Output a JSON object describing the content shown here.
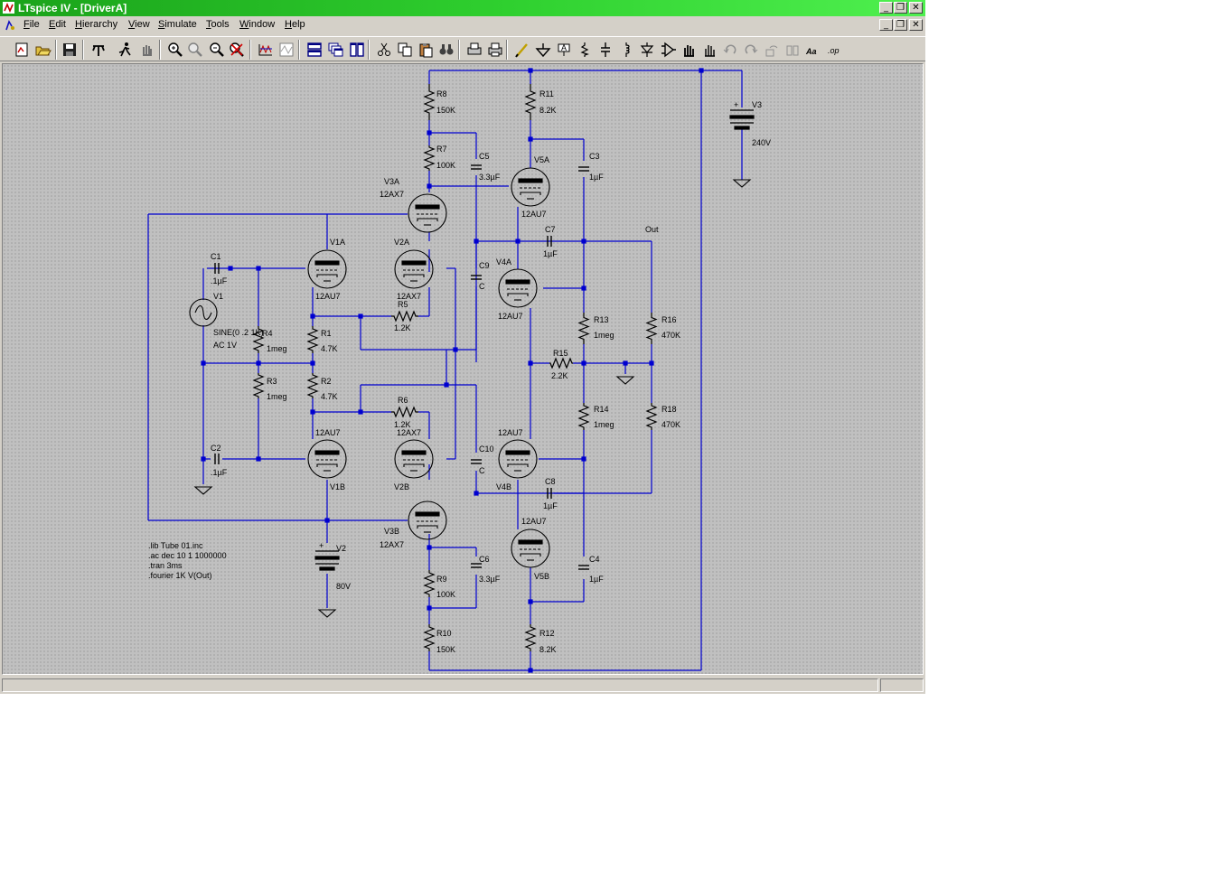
{
  "window": {
    "title": "LTspice IV - [DriverA]",
    "caption_buttons": {
      "minimize": "_",
      "restore": "❐",
      "close": "✕"
    }
  },
  "menu": [
    "File",
    "Edit",
    "Hierarchy",
    "View",
    "Simulate",
    "Tools",
    "Window",
    "Help"
  ],
  "toolbar": [
    "new-schematic-icon",
    "open-folder-icon",
    "save-icon",
    "control-panel-icon",
    "run-icon",
    "halt-icon",
    "zoom-in-icon",
    "pan-icon",
    "zoom-out-icon",
    "zoom-cancel-icon",
    "autorange-icon",
    "waveform-icon",
    "tile-horizontal-icon",
    "cascade-icon",
    "tile-vertical-icon",
    "cut-icon",
    "copy-icon",
    "paste-icon",
    "find-icon",
    "print-setup-icon",
    "print-icon",
    "wire-icon",
    "ground-icon",
    "label-icon",
    "resistor-icon",
    "capacitor-icon",
    "inductor-icon",
    "diode-icon",
    "component-icon",
    "move-icon",
    "drag-icon",
    "undo-icon",
    "redo-icon",
    "rotate-icon",
    "mirror-icon",
    "text-icon",
    "spice-directive-icon"
  ],
  "components": {
    "R8": {
      "name": "R8",
      "value": "150K"
    },
    "R7": {
      "name": "R7",
      "value": "100K"
    },
    "R11": {
      "name": "R11",
      "value": "8.2K"
    },
    "R9": {
      "name": "R9",
      "value": "100K"
    },
    "R10": {
      "name": "R10",
      "value": "150K"
    },
    "R12": {
      "name": "R12",
      "value": "8.2K"
    },
    "R1": {
      "name": "R1",
      "value": "4.7K"
    },
    "R2": {
      "name": "R2",
      "value": "4.7K"
    },
    "R3": {
      "name": "R3",
      "value": "1meg"
    },
    "R4": {
      "name": "R4",
      "value": "1meg"
    },
    "R5": {
      "name": "R5",
      "value": "1.2K"
    },
    "R6": {
      "name": "R6",
      "value": "1.2K"
    },
    "R13": {
      "name": "R13",
      "value": "1meg"
    },
    "R14": {
      "name": "R14",
      "value": "1meg"
    },
    "R15": {
      "name": "R15",
      "value": "2.2K"
    },
    "R16": {
      "name": "R16",
      "value": "470K"
    },
    "R18": {
      "name": "R18",
      "value": "470K"
    },
    "C1": {
      "name": "C1",
      "value": ".1µF"
    },
    "C2": {
      "name": "C2",
      "value": ".1µF"
    },
    "C3": {
      "name": "C3",
      "value": "1µF"
    },
    "C4": {
      "name": "C4",
      "value": "1µF"
    },
    "C5": {
      "name": "C5",
      "value": "3.3µF"
    },
    "C6": {
      "name": "C6",
      "value": "3.3µF"
    },
    "C7": {
      "name": "C7",
      "value": "1µF"
    },
    "C8": {
      "name": "C8",
      "value": "1µF"
    },
    "C9": {
      "name": "C9",
      "value": "C"
    },
    "C10": {
      "name": "C10",
      "value": "C"
    },
    "V1": {
      "name": "V1",
      "value": "SINE(0 .2 1K)",
      "value2": "AC 1V"
    },
    "V2": {
      "name": "V2",
      "value": "80V"
    },
    "V3": {
      "name": "V3",
      "value": "240V"
    },
    "V1A": {
      "name": "V1A",
      "value": "12AU7"
    },
    "V1B": {
      "name": "V1B",
      "value": "12AU7"
    },
    "V2A": {
      "name": "V2A",
      "value": "12AX7"
    },
    "V2B": {
      "name": "V2B",
      "value": "12AX7"
    },
    "V3A": {
      "name": "V3A",
      "value": "12AX7"
    },
    "V3B": {
      "name": "V3B",
      "value": "12AX7"
    },
    "V4A": {
      "name": "V4A",
      "value": "12AU7"
    },
    "V4B": {
      "name": "V4B",
      "value": "12AU7"
    },
    "V5A": {
      "name": "V5A",
      "value": "12AU7"
    },
    "V5B": {
      "name": "V5B",
      "value": "12AU7"
    }
  },
  "net_labels": {
    "out": "Out"
  },
  "directives": [
    ".lib Tube 01.inc",
    ".ac dec 10 1 1000000",
    ".tran 3ms",
    ".fourier 1K V(Out)"
  ]
}
